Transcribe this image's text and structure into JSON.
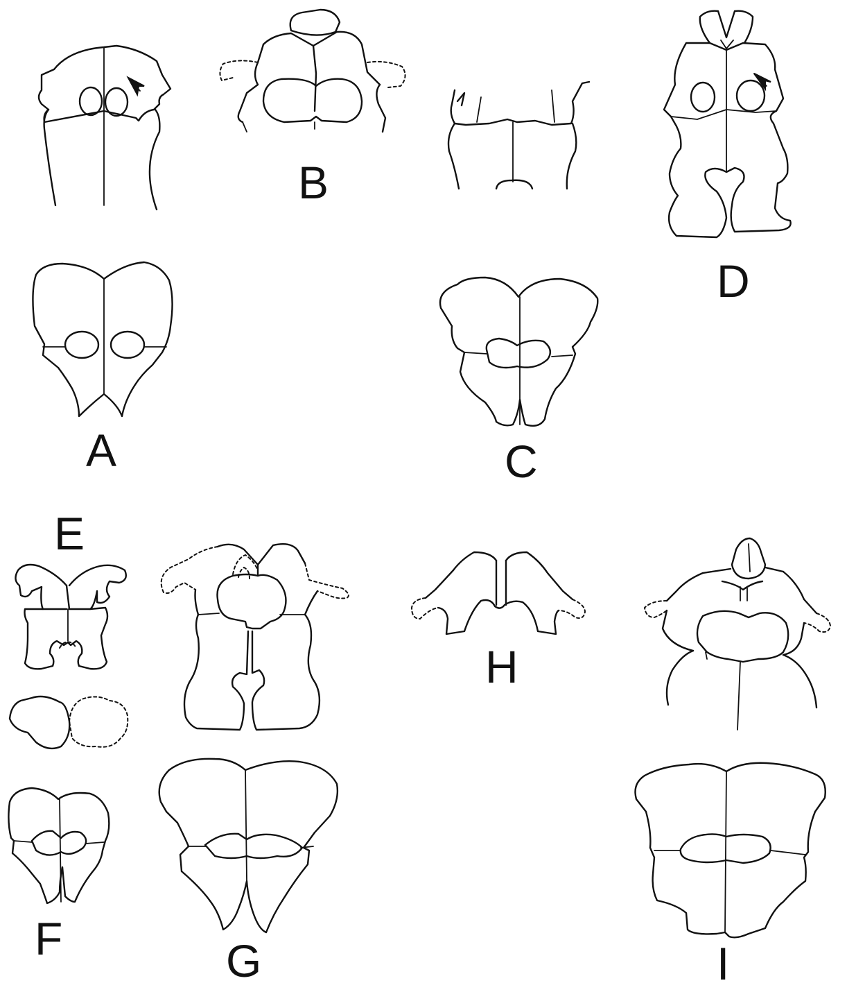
{
  "figure": {
    "labels": {
      "a": "A",
      "b": "B",
      "c": "C",
      "d": "D",
      "e": "E",
      "f": "F",
      "g": "G",
      "h": "H",
      "i": "I"
    }
  }
}
